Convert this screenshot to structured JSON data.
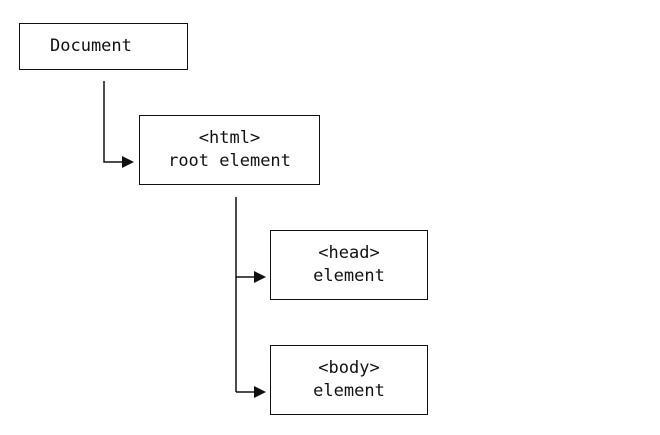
{
  "document_node": {
    "label": "Document"
  },
  "html_node": {
    "tag": "<html>",
    "desc": "root element"
  },
  "head_node": {
    "tag": "<head>",
    "desc": "element"
  },
  "body_node": {
    "tag": "<body>",
    "desc": "element"
  },
  "colors": {
    "stroke": "#111111",
    "background": "#ffffff"
  }
}
